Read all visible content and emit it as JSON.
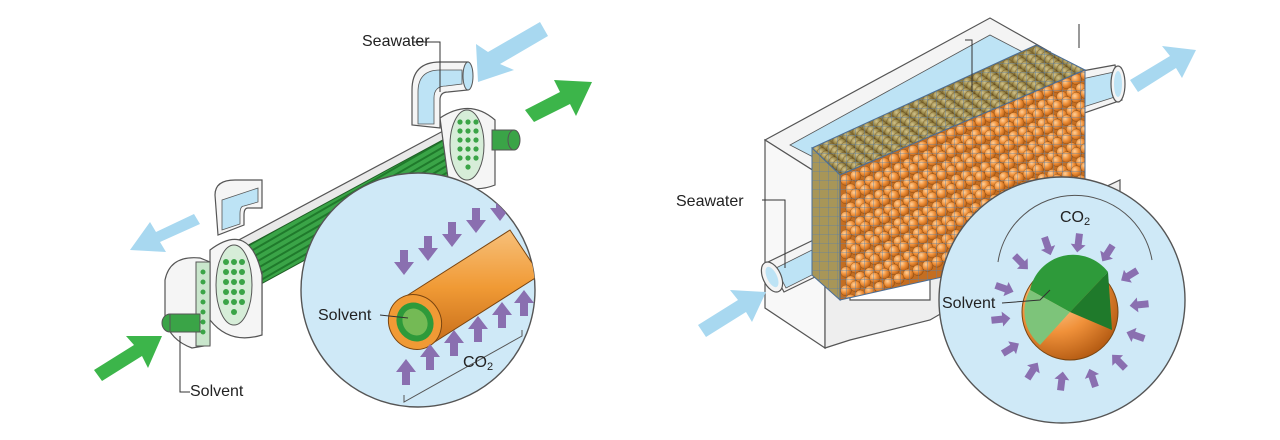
{
  "left_panel": {
    "labels": {
      "seawater": "Seawater",
      "solvent_inner": "Solvent",
      "co2": "CO",
      "co2_subscript": "2",
      "solvent_bottom": "Solvent"
    }
  },
  "right_panel": {
    "labels": {
      "seawater": "Seawater",
      "co2": "CO",
      "co2_subscript": "2",
      "solvent": "Solvent"
    }
  },
  "colors": {
    "seawater_arrow": "#a8d8f0",
    "solvent_arrow": "#3cb54a",
    "co2_arrow": "#8a6fb0",
    "tube_orange": "#f09a35",
    "tube_green": "#2e9a3a",
    "bead_orange": "#f0913a",
    "bead_olive": "#9c8a4a",
    "water_blue": "#bde3f5",
    "magnifier_bg": "#cfe9f7",
    "housing_grey": "#f2f2f2"
  }
}
